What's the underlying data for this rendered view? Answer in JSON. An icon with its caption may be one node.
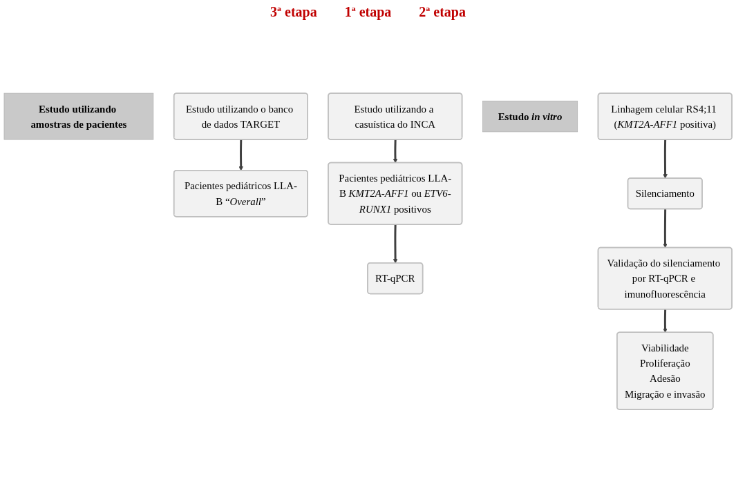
{
  "diagram": {
    "nodes": [
      {
        "text": [
          "Estudo utilizando amostras de pacientes"
        ]
      },
      {
        "text": [
          "Estudo utilizando o banco de dados TARGET"
        ]
      },
      {
        "text": [
          "Pacientes pediátricos LLA-B “*Overall*”"
        ]
      },
      {
        "text": [
          "Estudo utilizando a casuística do INCA"
        ]
      },
      {
        "text": [
          "Pacientes pediátricos LLA-B *KMT2A-AFF1* ou *ETV6-RUNX1* positivos"
        ]
      },
      {
        "text": [
          "RT-qPCR"
        ]
      },
      {
        "text": [
          "Estudo *in vitro*"
        ]
      },
      {
        "text": [
          "Linhagem celular RS4;11 (*KMT2A-AFF1* positiva)"
        ]
      },
      {
        "text": [
          "Silenciamento"
        ]
      },
      {
        "text": [
          "Validação do silenciamento por RT-qPCR e imunofluorescência"
        ]
      },
      {
        "text": [
          "Viabilidade",
          "Proliferação",
          "Adesão",
          "Migração e invasão"
        ]
      }
    ],
    "edges": [
      {
        "from": 1,
        "to": 2,
        "arrow": "to"
      },
      {
        "from": 3,
        "to": 4,
        "arrow": "to"
      },
      {
        "from": 4,
        "to": 5,
        "arrow": "to"
      },
      {
        "from": 7,
        "to": 8,
        "arrow": "to"
      },
      {
        "from": 8,
        "to": 9,
        "arrow": "to"
      },
      {
        "from": 9,
        "to": 10,
        "arrow": "to"
      }
    ],
    "labels": [
      "3ª etapa",
      "1ª etapa",
      "2ª etapa"
    ]
  }
}
